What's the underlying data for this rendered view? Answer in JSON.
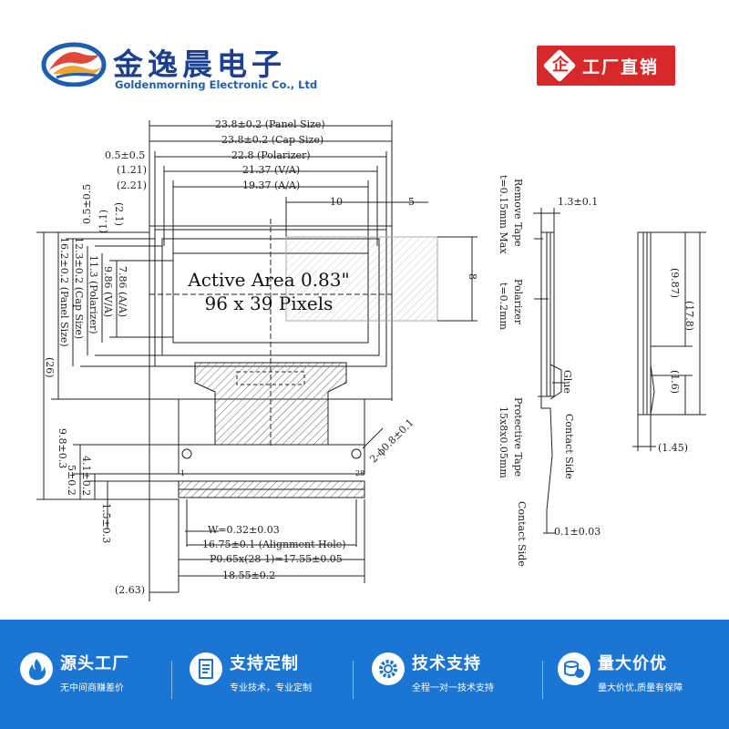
{
  "header": {
    "company_cn": "金逸晨电子",
    "company_en": "Goldenmorning Electronic Co., Ltd",
    "badge_icon": "企",
    "badge_text": "工厂直销",
    "colors": {
      "brand_blue": "#1c3f8f",
      "badge_red": "#d8292a"
    }
  },
  "drawing": {
    "top_dims": {
      "panel_size": "23.8±0.2 (Panel Size)",
      "cap_size": "23.8±0.2 (Cap Size)",
      "polarizer_side": "0.5±0.5",
      "polarizer": "22.8 (Polarizer)",
      "va_side": "(1.21)",
      "va": "21.37 (V/A)",
      "aa_side": "(2.21)",
      "aa": "19.37 (A/A)",
      "ten": "10",
      "five": "5"
    },
    "left_dims": {
      "d05": "0.5±0.5",
      "d11": "(1.1)",
      "d21": "(2.1)",
      "aa_h": "7.86 (A/A)",
      "va_h": "9.86 (V/A)",
      "pol_h": "11.3 (Polarizer)",
      "cap_h": "12.3±0.2 (Cap Size)",
      "panel_h": "16.2±0.2 (Panel Size)",
      "total": "(26)",
      "d98": "9.8±0.3",
      "d41": "4.1±0.2",
      "d5": "5±0.2",
      "d15": "1.5±0.3"
    },
    "right_dims": {
      "eight": "8"
    },
    "active_area": [
      "Active Area 0.83\"",
      "96 x 39 Pixels"
    ],
    "hole": "2-ϕ0.8±0.1",
    "pin_first": "1",
    "pin_last": "28",
    "bottom_dims": {
      "width": "W=0.32±0.03",
      "alignment": "16.75±0.1 (Alignment Hole)",
      "pitch": "P0.65x(28-1)=17.55±0.05",
      "fpc": "18.55±0.2",
      "side": "(2.63)"
    },
    "side_view": {
      "thickness": "1.3±0.1",
      "remove_tape": "Remove Tape",
      "remove_tape_spec": "t=0.15mm Max",
      "polarizer": "Polarizer",
      "polarizer_spec": "t=0.2mm",
      "glue": "Glue",
      "protective_tape": "Protective Tape",
      "protective_tape_spec": "15x8x0.05mm",
      "contact_side_1": "Contact Side",
      "contact_side_2": "Contact Side",
      "fpc_t": "0.1±0.03"
    },
    "side_view2": {
      "d987": "(9.87)",
      "d178": "(17.8)",
      "d16": "(1.6)",
      "d145": "(1.45)"
    }
  },
  "footer": {
    "background": "#1b75d3",
    "features": [
      {
        "icon": "flame-icon",
        "title": "源头工厂",
        "sub": "无中间商赚差价"
      },
      {
        "icon": "document-icon",
        "title": "支持定制",
        "sub": "专业技术，专业定制"
      },
      {
        "icon": "gear-icon",
        "title": "技术支持",
        "sub": "全程一对一技术支持"
      },
      {
        "icon": "coins-icon",
        "title": "量大价优",
        "sub": "量大价优,质量有保障"
      }
    ]
  }
}
